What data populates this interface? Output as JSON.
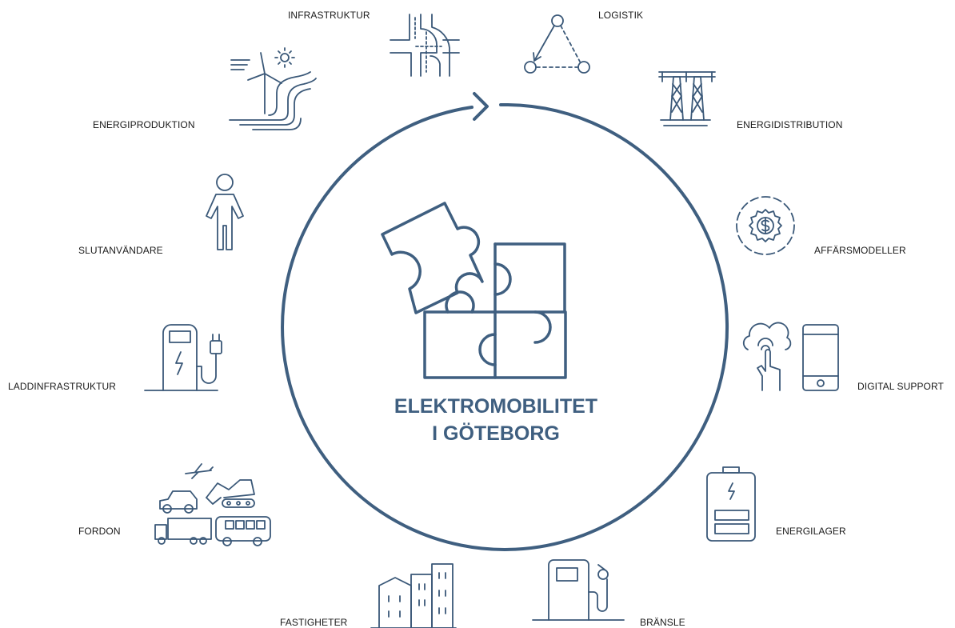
{
  "title": {
    "line1": "ELEKTROMOBILITET",
    "line2": "I GÖTEBORG"
  },
  "colors": {
    "main": "#3f5f80",
    "icon": "#3a5878",
    "text": "#1a1a1a"
  },
  "categories": [
    {
      "id": "infrastruktur",
      "label": "INFRASTRUKTUR",
      "icon": "road-junction-icon"
    },
    {
      "id": "logistik",
      "label": "LOGISTIK",
      "icon": "logistics-triangle-icon"
    },
    {
      "id": "energidistribution",
      "label": "ENERGIDISTRIBUTION",
      "icon": "power-pylon-icon"
    },
    {
      "id": "affarsmodeller",
      "label": "AFFÄRSMODELLER",
      "icon": "dollar-gear-icon"
    },
    {
      "id": "digital-support",
      "label": "DIGITAL SUPPORT",
      "icon": "cloud-phone-icon"
    },
    {
      "id": "energilager",
      "label": "ENERGILAGER",
      "icon": "battery-icon"
    },
    {
      "id": "bransle",
      "label": "BRÄNSLE",
      "icon": "fuel-pump-icon"
    },
    {
      "id": "fastigheter",
      "label": "FASTIGHETER",
      "icon": "buildings-icon"
    },
    {
      "id": "fordon",
      "label": "FORDON",
      "icon": "vehicles-icon"
    },
    {
      "id": "laddinfrastruktur",
      "label": "LADDINFRASTRUKTUR",
      "icon": "charging-station-icon"
    },
    {
      "id": "slutanvandare",
      "label": "SLUTANVÄNDARE",
      "icon": "person-icon"
    },
    {
      "id": "energiproduktion",
      "label": "ENERGIPRODUKTION",
      "icon": "wind-turbine-icon"
    }
  ]
}
